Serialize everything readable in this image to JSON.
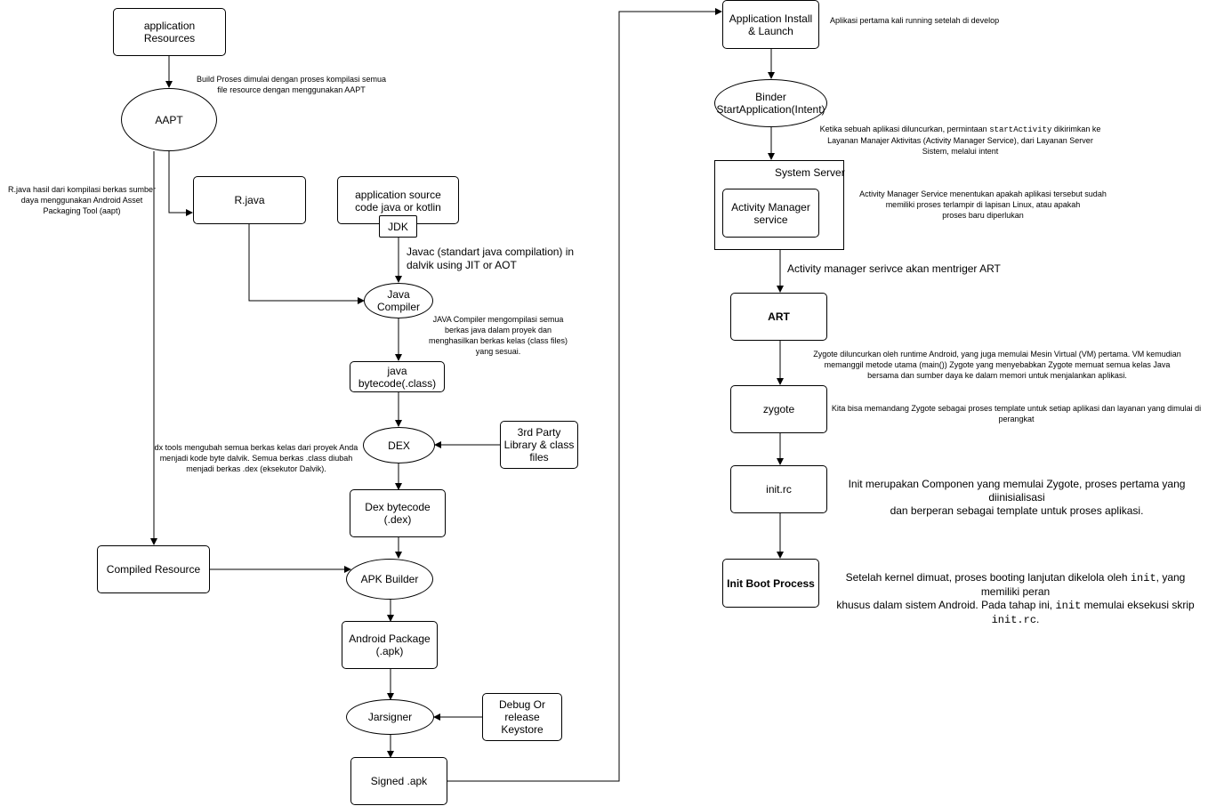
{
  "nodes": {
    "app_resources": "application Resources",
    "aapt": "AAPT",
    "rjava": "R.java",
    "app_source": "application source code java or kotlin",
    "jdk": "JDK",
    "java_compiler": "Java Compiler",
    "java_bytecode": "java bytecode(.class)",
    "dex": "DEX",
    "third_party": "3rd Party Library & class files",
    "dex_bytecode": "Dex bytecode (.dex)",
    "compiled_resource": "Compiled Resource",
    "apk_builder": "APK Builder",
    "android_package": "Android Package (.apk)",
    "jarsigner": "Jarsigner",
    "keystore": "Debug Or release Keystore",
    "signed_apk": "Signed .apk",
    "app_install": "Application Install & Launch",
    "binder": "Binder StartApplication(Intent)",
    "system_server": "System Server",
    "activity_manager": "Activity Manager service",
    "art": "ART",
    "zygote": "zygote",
    "init_rc": "init.rc",
    "init_boot": "Init Boot Process"
  },
  "notes": {
    "build_process": "Build Proses dimulai dengan proses kompilasi semua\nfile resource dengan menggunakan AAPT",
    "rjava_desc": "R.java hasil dari kompilasi berkas sumber\ndaya menggunakan Android Asset\nPackaging Tool (aapt)",
    "javac": "Javac (standart java compilation) in\ndalvik using JIT or AOT",
    "java_compiler_desc": "JAVA Compiler mengompilasi semua\nberkas java dalam proyek dan\nmenghasilkan berkas kelas (class files)\nyang sesuai.",
    "dx_tools": "dx tools mengubah semua berkas kelas dari proyek Anda\nmenjadi kode byte dalvik. Semua berkas .class diubah\nmenjadi berkas .dex (eksekutor Dalvik).",
    "install_desc": "Aplikasi pertama kali running setelah di develop",
    "start_activity_1": "Ketika sebuah aplikasi diluncurkan, permintaan ",
    "start_activity_code": "startActivity",
    "start_activity_2": " dikirimkan ke\nLayanan Manajer Aktivitas (Activity Manager Service), dari Layanan Server\nSistem, melalui intent",
    "ams_desc": "Activity Manager Service menentukan apakah aplikasi tersebut sudah\nmemiliki proses terlampir di lapisan Linux, atau apakah\nproses baru diperlukan",
    "ams_trigger": "Activity manager serivce akan mentriger ART",
    "zygote_launch": "Zygote diluncurkan oleh runtime Android, yang juga memulai Mesin Virtual (VM) pertama. VM kemudian\nmemanggil metode utama (main()) Zygote yang menyebabkan Zygote memuat semua kelas Java\nbersama dan sumber daya ke dalam memori untuk menjalankan aplikasi.",
    "zygote_template": "Kita bisa memandang Zygote sebagai proses template untuk setiap aplikasi dan layanan yang dimulai di\nperangkat",
    "init_desc": "Init merupakan Componen yang memulai Zygote, proses pertama yang diinisialisasi\ndan berperan sebagai template untuk proses aplikasi.",
    "kernel_1": "Setelah kernel dimuat, proses booting lanjutan dikelola oleh ",
    "kernel_code1": "init",
    "kernel_2": ", yang memiliki peran\nkhusus dalam sistem Android. Pada tahap ini, ",
    "kernel_code2": "init",
    "kernel_3": " memulai eksekusi skrip ",
    "kernel_code3": "init.rc",
    "kernel_4": "."
  },
  "colors": {
    "line": "#000000",
    "background": "#ffffff"
  }
}
